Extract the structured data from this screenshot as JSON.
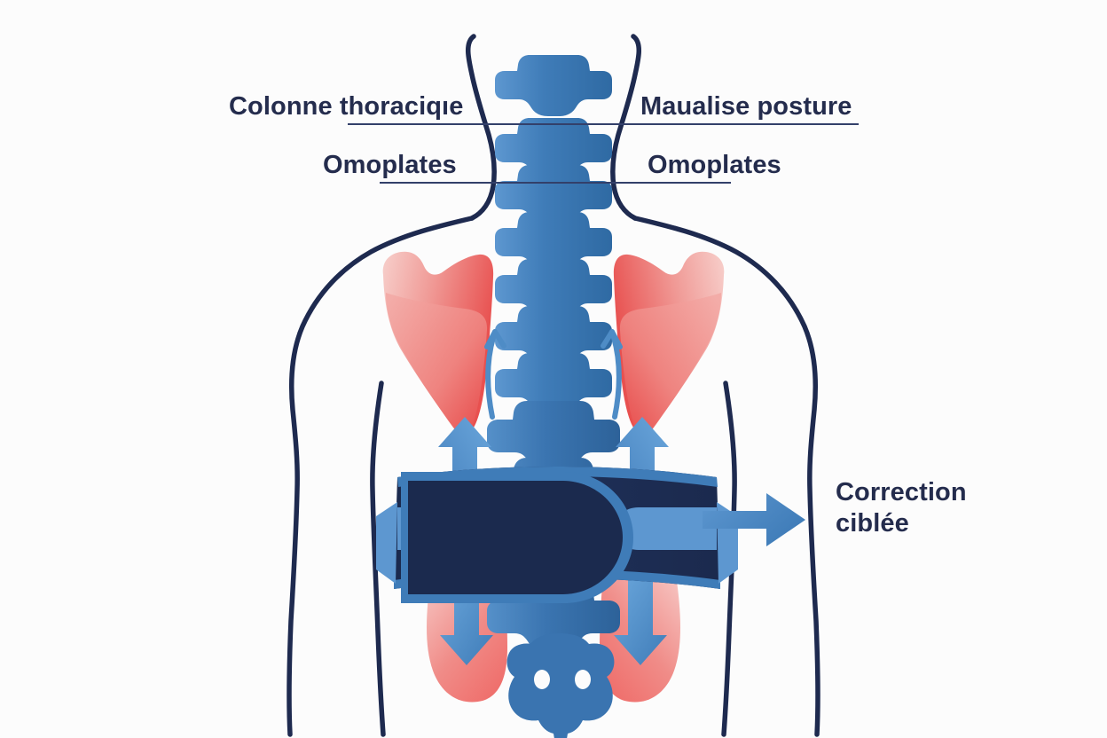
{
  "diagram": {
    "title_visible": false,
    "background_color": "#fcfcfc",
    "subject": "back-anatomy-with-lumbar-support-belt"
  },
  "labels": {
    "colonne_thoracique": "Colonne thoraciqıe",
    "omoplates_left": "Omoplates",
    "mauvaise_posture": "Maualise posture",
    "omoplates_right": "Omoplates",
    "correction_ciblee": "Correction ciblée"
  },
  "colors": {
    "outline_navy": "#1e2a4f",
    "label_text": "#242c4d",
    "spine_blue": "#3a74b0",
    "spine_blue_light": "#5a94cb",
    "belt_dark_navy": "#1b2a4e",
    "belt_mid_blue": "#3f7cb8",
    "strap_light_blue": "#5d97d0",
    "arrow_blue": "#4e8cc6",
    "arrow_blue_light": "#6ba7dc",
    "scapula_red": "#e8504f",
    "scapula_red_pale": "#f7c8c5",
    "glute_red": "#ef6b68",
    "leader_line": "#33406a",
    "background": "#fcfcfc"
  },
  "anatomy_parts": [
    {
      "name": "thoracic-spine",
      "label_ref": "colonne_thoracique",
      "side": "center"
    },
    {
      "name": "scapula-left",
      "label_ref": "omoplates_left",
      "side": "left"
    },
    {
      "name": "scapula-right",
      "label_ref": "omoplates_right",
      "side": "right"
    },
    {
      "name": "sacrum",
      "label_ref": null,
      "side": "center"
    },
    {
      "name": "lumbar-support-belt",
      "label_ref": "correction_ciblee",
      "side": "center"
    }
  ],
  "arrows": [
    {
      "name": "lift-arrow-left",
      "direction": "up"
    },
    {
      "name": "lift-arrow-right",
      "direction": "up"
    },
    {
      "name": "curved-arrow-left",
      "direction": "up-curved"
    },
    {
      "name": "curved-arrow-right",
      "direction": "up-curved"
    },
    {
      "name": "press-arrow-left",
      "direction": "down"
    },
    {
      "name": "press-arrow-right",
      "direction": "down"
    },
    {
      "name": "correction-arrow",
      "direction": "right"
    }
  ]
}
